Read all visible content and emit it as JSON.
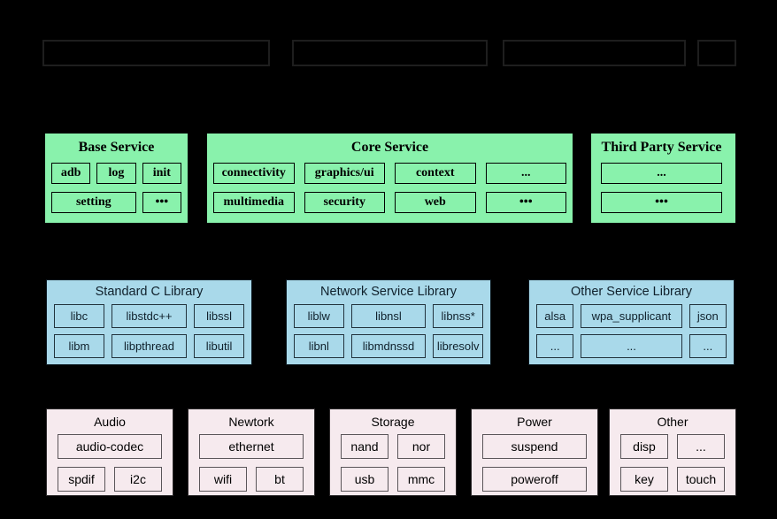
{
  "colors": {
    "service_fill": "#89F2AC",
    "library_fill": "#A9D9EA",
    "hal_fill": "#F6EAEE",
    "top_box_border": "#1E1E1E"
  },
  "service_row": {
    "base": {
      "title": "Base Service",
      "cells": [
        "adb",
        "log",
        "init",
        "setting",
        "•••"
      ]
    },
    "core": {
      "title": "Core Service",
      "cells": [
        "connectivity",
        "graphics/ui",
        "context",
        "...",
        "multimedia",
        "security",
        "web",
        "•••"
      ]
    },
    "third_party": {
      "title": "Third Party Service",
      "cells": [
        "...",
        "•••"
      ]
    }
  },
  "library_row": {
    "standard_c": {
      "title": "Standard C Library",
      "cells": [
        "libc",
        "libstdc++",
        "libssl",
        "libm",
        "libpthread",
        "libutil"
      ]
    },
    "network": {
      "title": "Network Service Library",
      "cells": [
        "liblw",
        "libnsl",
        "libnss*",
        "libnl",
        "libmdnssd",
        "libresolv"
      ]
    },
    "other": {
      "title": "Other Service Library",
      "cells": [
        "alsa",
        "wpa_supplicant",
        "json",
        "...",
        "...",
        "..."
      ]
    }
  },
  "hal_row": {
    "audio": {
      "title": "Audio",
      "cells": [
        "audio-codec",
        "spdif",
        "i2c"
      ]
    },
    "network": {
      "title": "Newtork",
      "cells": [
        "ethernet",
        "wifi",
        "bt"
      ]
    },
    "storage": {
      "title": "Storage",
      "cells": [
        "nand",
        "nor",
        "usb",
        "mmc"
      ]
    },
    "power": {
      "title": "Power",
      "cells": [
        "suspend",
        "poweroff"
      ]
    },
    "other": {
      "title": "Other",
      "cells": [
        "disp",
        "...",
        "key",
        "touch"
      ]
    }
  }
}
